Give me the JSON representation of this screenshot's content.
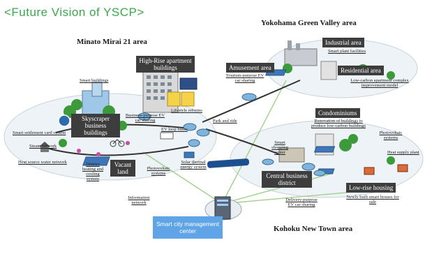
{
  "title": "<Future Vision of YSCP>",
  "areas": {
    "minato": "Minato Mirai 21 area",
    "green_valley": "Yokohama Green Valley area",
    "kohoku": "Kohoku New Town area"
  },
  "labels": {
    "high_rise": "High-Rise apartment buildings",
    "skyscraper": "Skyscraper business buildings",
    "vacant_land": "Vacant land",
    "amusement": "Amusement area",
    "industrial": "Industrial area",
    "residential": "Residential area",
    "condominiums": "Condominiums",
    "central_business": "Central business district",
    "low_rise": "Low-rise housing"
  },
  "notes": {
    "smart_buildings": "Smart buildings",
    "business_ev_sharing": "Business-purpose EV car sharing",
    "lifestyle_reforms": "Lifestyle reforms",
    "ev_loop_buses": "EV loop buses",
    "park_and_ride": "Park and ride",
    "smart_settlement": "Smart settlement card system",
    "steam_network": "Steam network",
    "heat_source_water": "Heat source water network",
    "district_hvac": "District heating and cooling system",
    "photovoltaic_mm": "Photovoltaic systems",
    "solar_thermal": "Solar thermal energy system",
    "information_network": "Information network",
    "tourism_ev_sharing": "Tourism-purpose EV car sharing",
    "smart_plant": "Smart plant facilities",
    "low_carbon_apartment": "Low-carbon apartment complex improvement model",
    "renovation": "Renovation of buildings to produce low-carbon buildings",
    "photovoltaic_kohoku": "Photovoltaic systems",
    "smart_shopping": "Smart shopping center",
    "heat_supply_plant": "Heat supply plant",
    "delivery_ev_sharing": "Delivery-purpose EV car sharing",
    "newly_built_houses": "Newly built smart houses for sale"
  },
  "center_box": "Smart city management center",
  "colors": {
    "title_green": "#3aa84a",
    "label_dark": "#3d3d3d",
    "center_blue": "#5fa4e6",
    "network_line": "#9fd08c",
    "road_line": "#333333"
  },
  "icons": [
    "skyscraper-icon",
    "apartment-icon",
    "car-icon",
    "bus-icon",
    "train-icon",
    "tree-icon",
    "house-icon",
    "factory-icon",
    "solar-panel-icon",
    "wind-turbine-icon",
    "server-icon",
    "bicycle-icon",
    "globe-icon"
  ]
}
